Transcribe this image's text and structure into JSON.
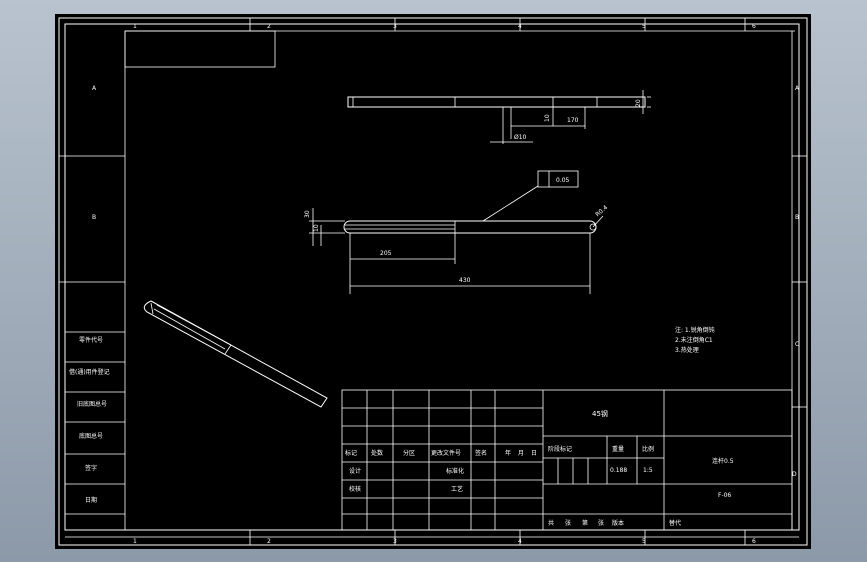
{
  "drawing": {
    "zone_columns": [
      "1",
      "2",
      "3",
      "4",
      "5",
      "6"
    ],
    "zone_rows": [
      "A",
      "B",
      "C",
      "D"
    ],
    "left_column_labels": [
      "借(通)用件登记",
      "旧底图总号",
      "底图总号",
      "签字",
      "日期"
    ],
    "left_column_header": "零件代号",
    "top_view_dims": {
      "height": "20",
      "step": "10",
      "length": "170",
      "dia": "Ø10"
    },
    "front_view_dims": {
      "height": "30",
      "inner": "10",
      "length_partial": "205",
      "length_total": "430",
      "tol_box": "0.05",
      "chamfer": "R0.4"
    },
    "notes": [
      "注: 1.锐角倒钝",
      "2.未注倒角C1",
      "3.热处理"
    ],
    "title_block": {
      "material": "45钢",
      "header_row": [
        "标记",
        "处数",
        "分区",
        "更改文件号",
        "签名",
        "年",
        "月",
        "日"
      ],
      "design_row": [
        "设计",
        "标准化"
      ],
      "check_row": [
        "校核",
        "工艺"
      ],
      "stage_label": "阶段标记",
      "weight_label": "重量",
      "scale_label": "比例",
      "weight_value": "0.188",
      "scale_value": "1:5",
      "part_name": "连杆0.5",
      "drawing_number": "F-06",
      "bottom_row": [
        "共",
        "张",
        "第",
        "张",
        "版本",
        "替代"
      ]
    }
  }
}
